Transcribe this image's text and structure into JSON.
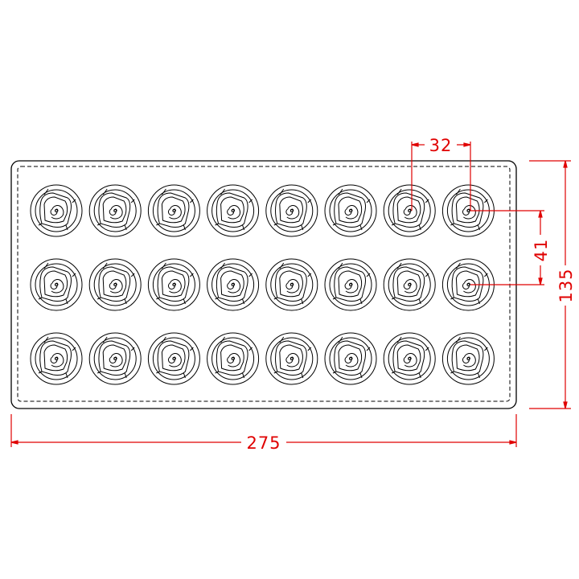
{
  "drawing": {
    "rows": 3,
    "columns": 8,
    "cavity_shape": "rose",
    "line_color": "#000000",
    "dimension_color": "#e00000"
  },
  "dimensions": {
    "overall_width": "275",
    "overall_height": "135",
    "column_pitch": "32",
    "row_pitch": "41"
  }
}
